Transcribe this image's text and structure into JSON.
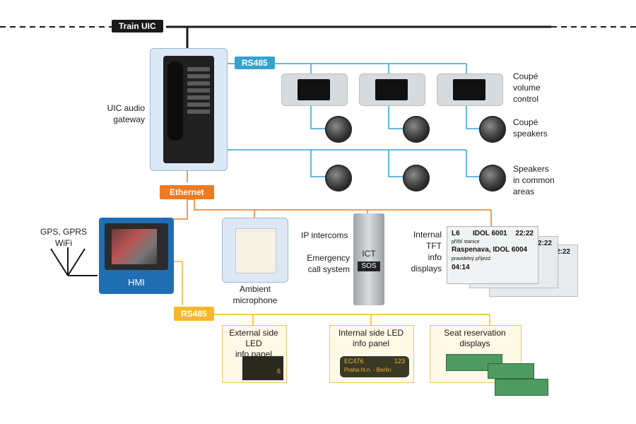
{
  "labels": {
    "train_uic": "Train UIC",
    "rs485_top": "RS485",
    "ethernet": "Ethernet",
    "rs485_bottom": "RS485",
    "hmi": "HMI",
    "gateway": [
      "UIC audio",
      "gateway"
    ],
    "volume": [
      "Coupé",
      "volume",
      "control"
    ],
    "coupe_speakers": [
      "Coupé",
      "speakers"
    ],
    "common_speakers": [
      "Speakers",
      "in common",
      "areas"
    ],
    "wireless": [
      "GPS, GPRS",
      "WiFi"
    ],
    "ambient": [
      "Ambient",
      "microphone"
    ],
    "ip_intercoms": "IP intercoms",
    "emergency": [
      "Emergency",
      "call system"
    ],
    "tft": [
      "Internal",
      "TFT",
      "info",
      "displays"
    ],
    "ext_led": [
      "External side LED",
      "info panel"
    ],
    "int_led": [
      "Internal side LED",
      "info panel"
    ],
    "seat": [
      "Seat reservation",
      "displays"
    ]
  },
  "devices": {
    "intercom_text1": "ICT",
    "intercom_text2": "SOS",
    "tft_line1_left": "L6",
    "tft_line1_mid": "IDOL 6001",
    "tft_line1_right": "22:22",
    "tft_line2_small": "příští stanice",
    "tft_line3": "Raspenava, IDOL 6004",
    "tft_line4_small": "pravidelný příjezd",
    "tft_line5": "04:14",
    "tft_back_time": "22:22",
    "int_led_line1": "EC476",
    "int_led_line1_right": "123",
    "int_led_line2": "Praha hl.n. - Berlin",
    "ext_led_line": "6"
  },
  "colors": {
    "rs485_blue": "#35a3cf",
    "ethernet_orange": "#ee7a22",
    "rs485_yellow": "#f6b72a",
    "panel_blue": "#dce8f5",
    "hmi_blue": "#1f6eb4"
  }
}
